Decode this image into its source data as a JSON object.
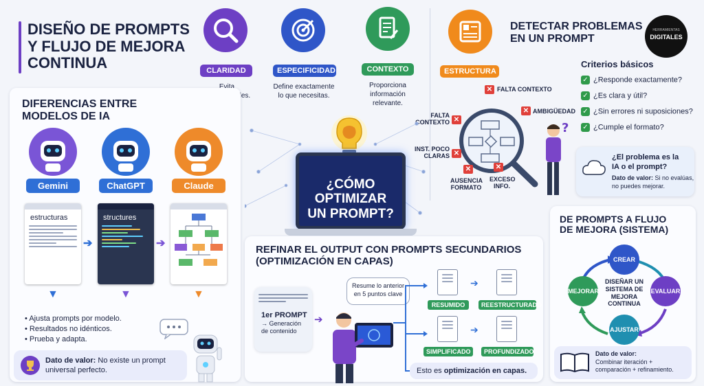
{
  "title": {
    "line1": "DISEÑO DE PROMPTS",
    "line2": "Y FLUJO DE MEJORA",
    "line3": "CONTINUA"
  },
  "logo": {
    "top": "HERRAMIENTAS",
    "main": "DIGITALES"
  },
  "pillars": [
    {
      "label": "CLARIDAD",
      "desc1": "Evita",
      "desc2": "ambigüedades.",
      "color": "#6d3fc4"
    },
    {
      "label": "ESPECIFICIDAD",
      "desc1": "Define exactamente",
      "desc2": "lo que necesitas.",
      "color": "#2f56c8"
    },
    {
      "label": "CONTEXTO",
      "desc1": "Proporciona",
      "desc2": "información",
      "desc3": "relevante.",
      "color": "#2f9a5a"
    },
    {
      "label": "ESTRUCTURA",
      "color": "#f08a1c"
    }
  ],
  "models": {
    "title1": "DIFERENCIAS ENTRE",
    "title2": "MODELOS DE IA",
    "items": [
      {
        "name": "Gemini",
        "text": "estructuras",
        "color": "#7a55d6"
      },
      {
        "name": "ChatGPT",
        "text": "structures",
        "color": "#2f6fd6"
      },
      {
        "name": "Claude",
        "text": "",
        "color": "#ee8a2a"
      }
    ],
    "bullets": [
      "Ajusta prompts por modelo.",
      "Resultados no idénticos.",
      "Prueba y adapta."
    ],
    "value_label": "Dato de valor:",
    "value_text1": "No existe un prompt",
    "value_text2": "universal perfecto."
  },
  "center": {
    "line1": "¿CÓMO",
    "line2": "OPTIMIZAR",
    "line3": "UN PROMPT?"
  },
  "detect": {
    "title1": "DETECTAR PROBLEMAS",
    "title2": "EN UN PROMPT",
    "flags": {
      "falta_contexto_top": "FALTA CONTEXTO",
      "ambiguedad": "AMBIGÜEDAD",
      "falta_contexto_left1": "FALTA",
      "falta_contexto_left2": "CONTEXTO",
      "inst1": "INST. POCO",
      "inst2": "CLARAS",
      "ausencia1": "AUSENCIA",
      "ausencia2": "FORMATO",
      "exceso1": "EXCESO",
      "exceso2": "INFO."
    },
    "criteria_title": "Criterios básicos",
    "criteria": [
      "¿Responde exactamente?",
      "¿Es clara y útil?",
      "¿Sin errores ni suposiciones?",
      "¿Cumple el formato?"
    ],
    "question1": "¿El problema es la",
    "question2": "IA o el prompt?",
    "value_label": "Dato de valor:",
    "value_text1": "Si no evalúas,",
    "value_text2": "no puedes mejorar."
  },
  "refine": {
    "title1": "REFINAR EL OUTPUT CON PROMPTS SECUNDARIOS",
    "title2": "(OPTIMIZACIÓN EN CAPAS)",
    "first_prompt": "1er PROMPT",
    "first_sub1": "→ Generación",
    "first_sub2": "de contenido",
    "bubble1": "Resume lo anterior",
    "bubble2": "en 5 puntos clave",
    "outputs": [
      "RESUMIDO",
      "REESTRUCTURADO",
      "SIMPLIFICADO",
      "PROFUNDIZADO"
    ],
    "footer_pre": "Esto es ",
    "footer_bold": "optimización en capas."
  },
  "cycle": {
    "title1": "DE PROMPTS A FLUJO",
    "title2": "DE MEJORA (SISTEMA)",
    "nodes": [
      "CREAR",
      "EVALUAR",
      "AJUSTAR",
      "MEJORAR"
    ],
    "center1": "DISEÑAR UN",
    "center2": "SISTEMA DE",
    "center3": "MEJORA",
    "center4": "CONTINUA",
    "value_label": "Dato de valor:",
    "value_text1": "Combinar iteración +",
    "value_text2": "comparación + refinamiento."
  },
  "colors": {
    "navy": "#1a2240",
    "purple": "#6d3fc4",
    "blue": "#2f56c8",
    "green": "#2f9a5a",
    "orange": "#f08a1c",
    "red": "#e0403a",
    "teal": "#1f8fb0"
  }
}
